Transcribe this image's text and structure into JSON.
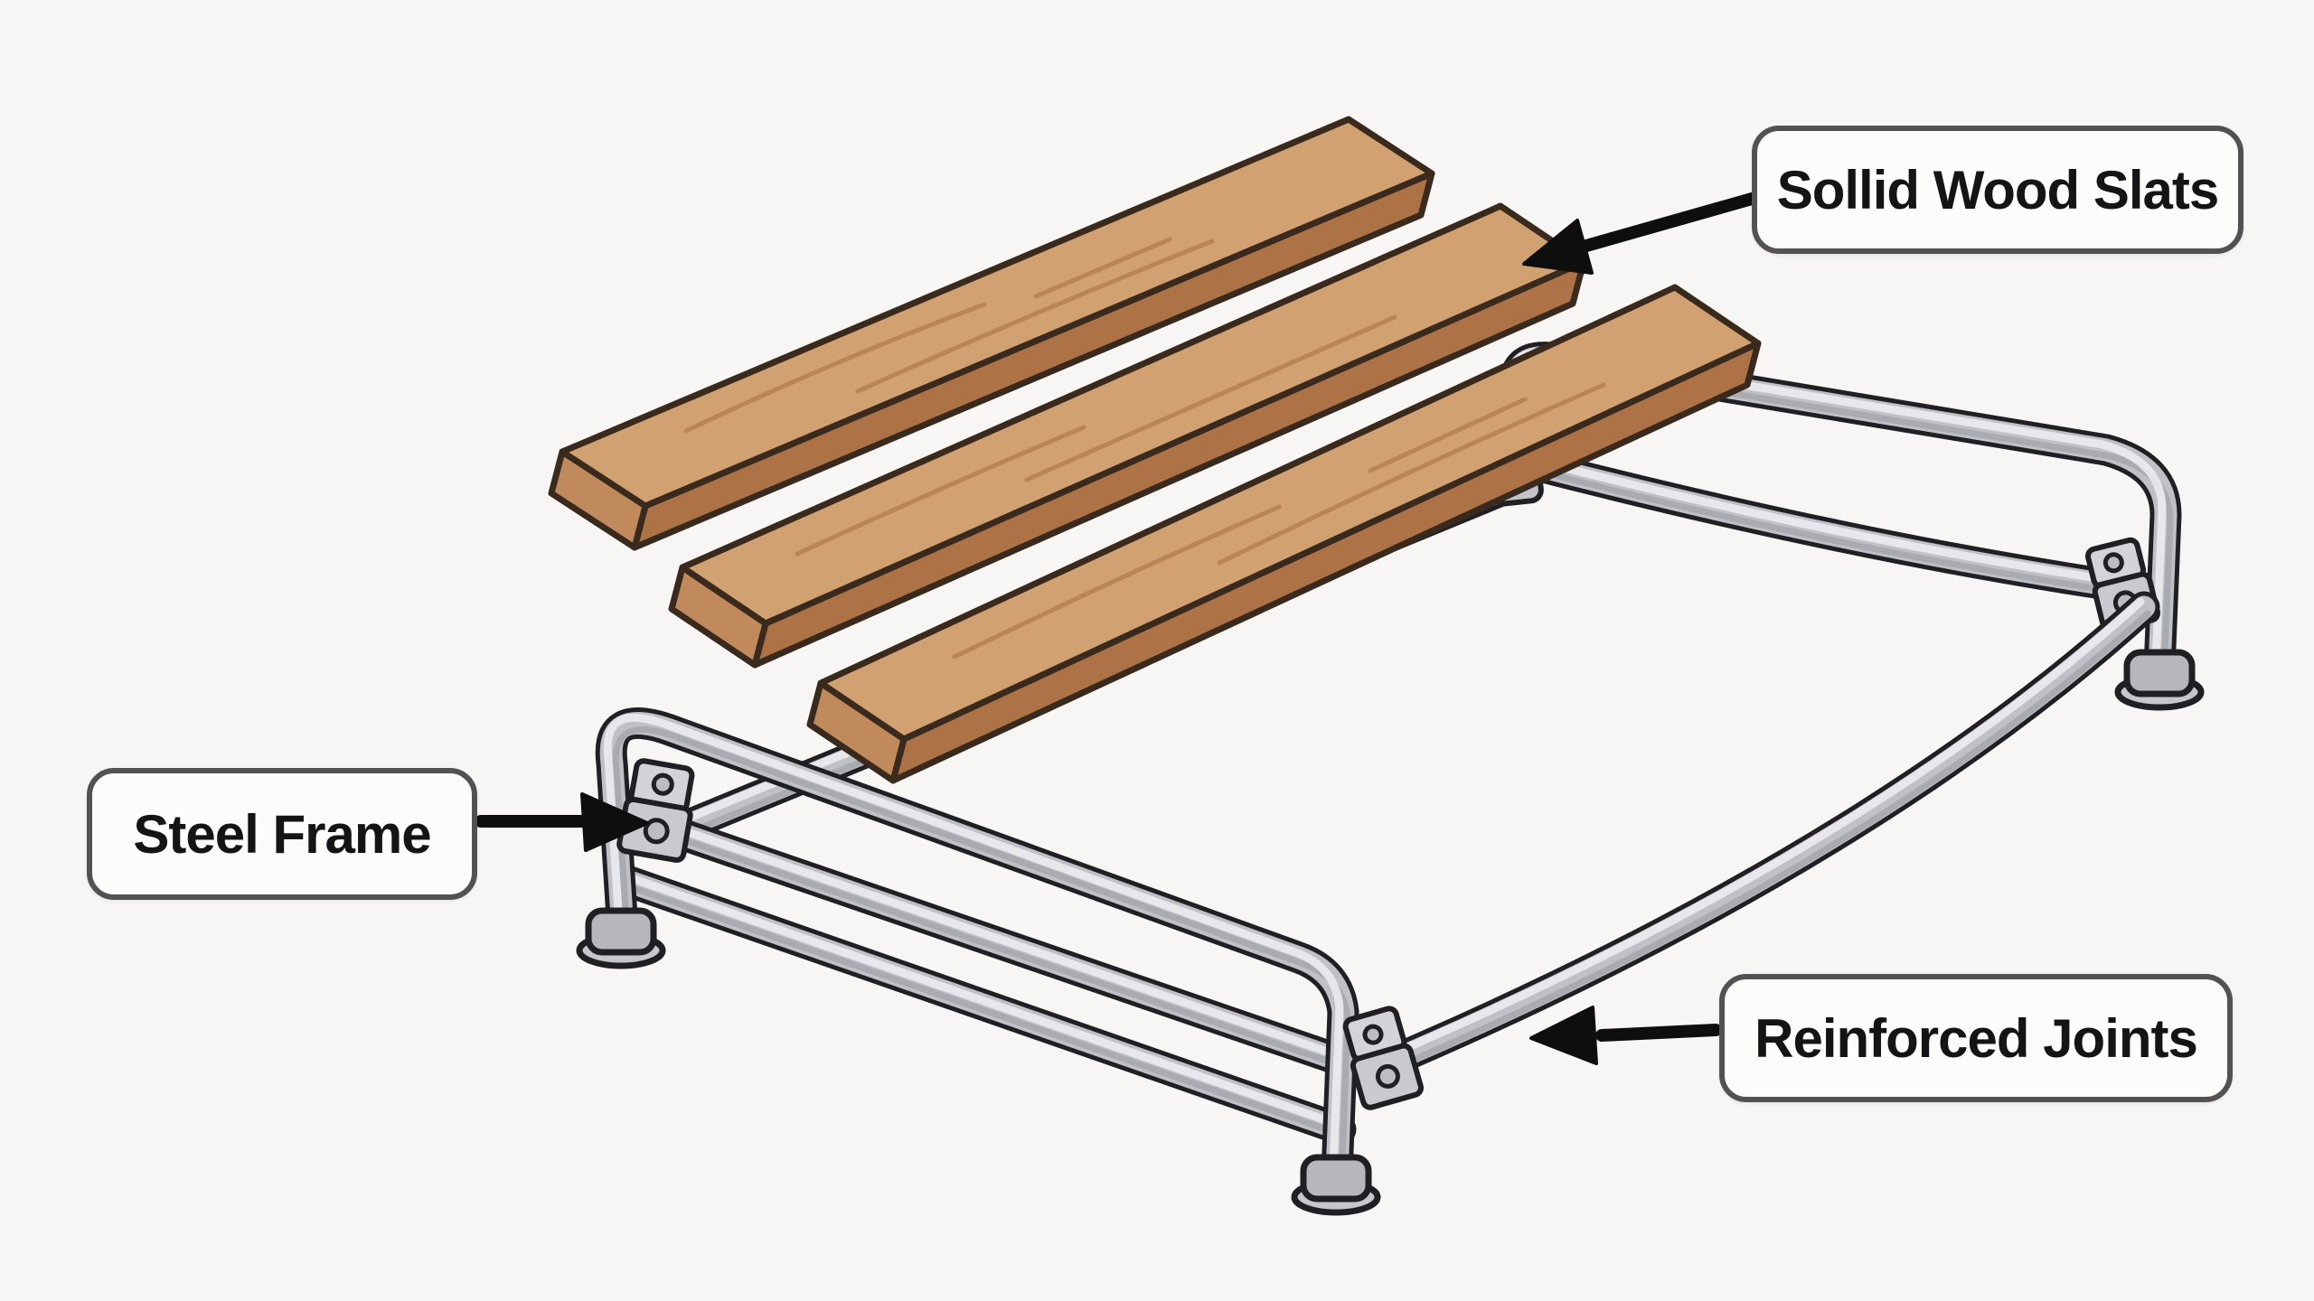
{
  "figure": {
    "type": "annotated-product-diagram",
    "subject": "Tubular steel bench frame shown with three loose wood slats above it (exploded view)",
    "slat_count": 3
  },
  "labels": {
    "wood_slats": "Sollid Wood Slats",
    "steel_frame": "Steel Frame",
    "reinforced_joints": "Reinforced Joints"
  },
  "colors": {
    "background": "#f7f6f4",
    "wood_top": "#d2a172",
    "wood_side": "#ad7246",
    "wood_end": "#c08a5c",
    "wood_outline": "#3a2a1d",
    "steel_fill": "#c0c0c7",
    "steel_highlight": "#ebebef",
    "steel_outline": "#202024",
    "label_background": "#fcfcfb",
    "label_border": "#525255",
    "label_text": "#141414",
    "arrow": "#0e0e0e"
  }
}
